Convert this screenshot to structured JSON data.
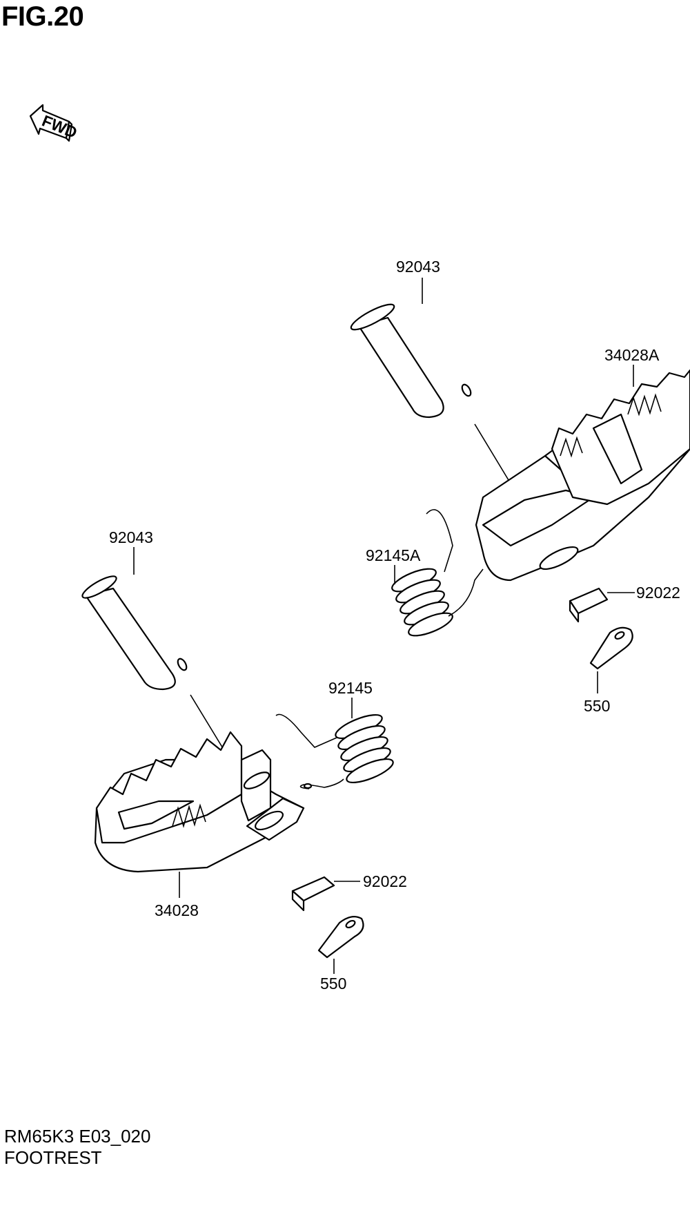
{
  "figure": {
    "title": "FIG.20",
    "fwd_label": "FWD"
  },
  "callouts": {
    "pin_right": "92043",
    "footrest_right": "34028A",
    "spring_right": "92145A",
    "washer_right": "92022",
    "cotter_right": "550",
    "pin_left": "92043",
    "spring_left": "92145",
    "footrest_left": "34028",
    "washer_left": "92022",
    "cotter_left": "550"
  },
  "footer": {
    "model_code": "RM65K3 E03_020",
    "section_name": "FOOTREST"
  }
}
